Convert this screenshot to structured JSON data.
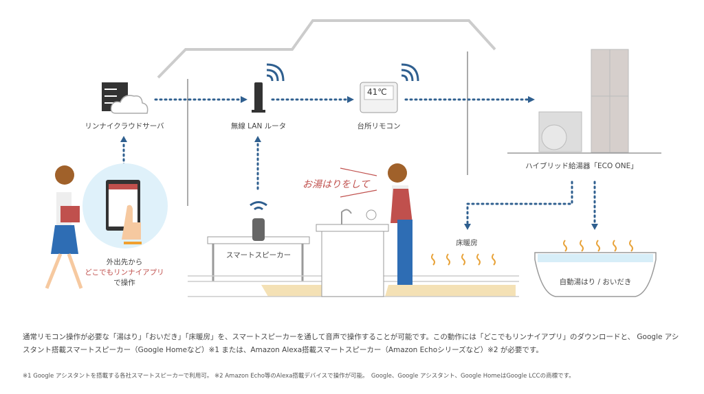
{
  "labels": {
    "cloud_server": "リンナイクラウドサーバ",
    "router": "無線 LAN ルータ",
    "remote": "台所リモコン",
    "remote_temp": "41℃",
    "water_heater": "ハイブリッド給湯器「ECO ONE」",
    "outside_1": "外出先から",
    "outside_2": "どこでもリンナイアプリ",
    "outside_3": "で操作",
    "speaker": "スマートスピーカー",
    "speech": "お湯はりをして",
    "floor_heating": "床暖房",
    "bath": "自動湯はり / おいだき"
  },
  "description": {
    "paragraph": "通常リモコン操作が必要な「湯はり」「おいだき」「床暖房」を、スマートスピーカーを通して音声で操作することが可能です。この動作には「どこでもリンナイアプリ」のダウンロードと、 Google アシスタント搭載スマートスピーカー（Google Homeなど）※1 または、Amazon Alexa搭載スマートスピーカー（Amazon Echoシリーズなど）※2 が必要です。",
    "note": "※1 Google アシスタントを搭載する各社スマートスピーカーで利用可。 ※2 Amazon Echo等のAlexa搭載デバイスで操作が可能。　Google、Google アシスタント、Google HomeはGoogle LCCの商標です。"
  },
  "colors": {
    "arrow": "#2f5f8f",
    "accent": "#c0504d",
    "line": "#cccccc",
    "wifi": "#2f5f8f"
  }
}
